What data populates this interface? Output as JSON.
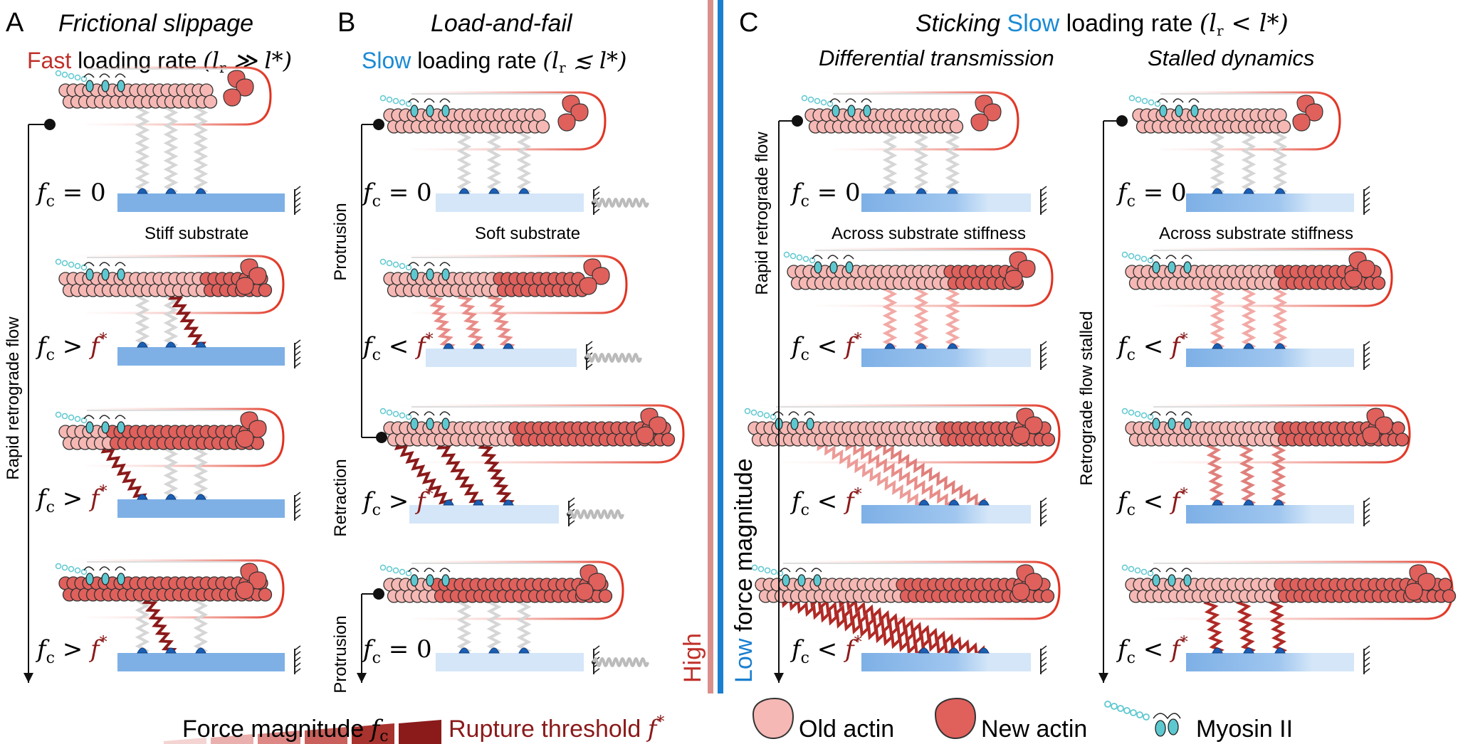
{
  "panels": {
    "A": {
      "letter": "A",
      "title": "Frictional slippage",
      "rate_word": "Fast",
      "rate_rest": "loading rate",
      "rate_math": "(l",
      "rate_sub": "r",
      "rate_rel": " ≫ l",
      "rate_end": "*)",
      "side_label": "Rapid retrograde flow",
      "substrate_label": "Stiff substrate"
    },
    "B": {
      "letter": "B",
      "title": "Load-and-fail",
      "rate_word": "Slow",
      "rate_rest": "loading rate",
      "rate_math": "(l",
      "rate_sub": "r",
      "rate_rel": " ≲ l",
      "rate_end": "*)",
      "substrate_label": "Soft substrate",
      "phase_labels": [
        "Protrusion",
        "Retraction",
        "Protrusion"
      ]
    },
    "C": {
      "letter": "C",
      "title": "Sticking",
      "rate_word": "Slow",
      "rate_rest": "loading rate",
      "rate_math": "(l",
      "rate_sub": "r",
      "rate_rel": " < l",
      "rate_end": "*)",
      "sub1_title": "Differential transmission",
      "sub2_title": "Stalled dynamics",
      "sub1_side_label": "Rapid retrograde flow",
      "sub2_side_label": "Retrograde flow stalled",
      "substrate_label": "Across substrate stiffness"
    }
  },
  "force_eq": {
    "f": "f",
    "sub": "c",
    "eq_zero": " = 0",
    "gt": " > ",
    "lt": " < ",
    "fstar": "f",
    "star": "*"
  },
  "force_axis": {
    "high": "High",
    "low": "Low",
    "rest": "force magnitude"
  },
  "legend": {
    "force_label": "Force magnitude",
    "force_sym": "f",
    "force_sub": "c",
    "rupture_label": "Rupture threshold",
    "rupture_sym": "f",
    "rupture_star": "*",
    "old_actin": "Old actin",
    "new_actin": "New actin",
    "myosin": "Myosin II"
  },
  "colors": {
    "old_actin": "#f6b8b4",
    "new_actin": "#e0605c",
    "stiff_substrate": "#7eb0e6",
    "soft_substrate": "#d4e6f8",
    "rupture": "#8b1a1a",
    "blue_text": "#1a8ad4",
    "red_text": "#c0302a",
    "myosin": "#5ec8d0"
  }
}
